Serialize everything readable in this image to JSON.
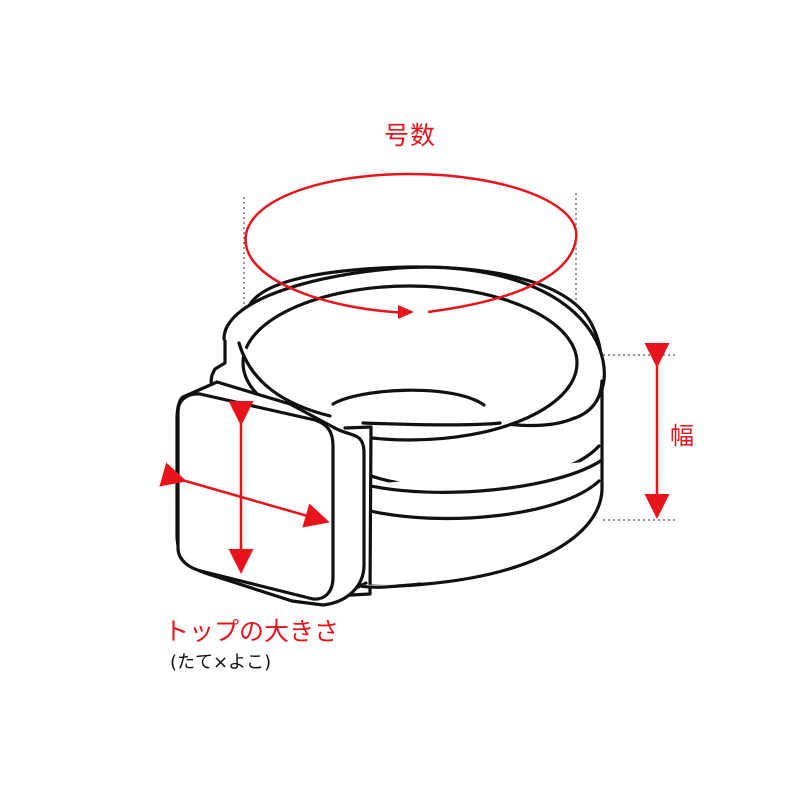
{
  "labels": {
    "ring_size": "号数",
    "width": "幅",
    "top_size": "トップの大きさ",
    "top_size_note": "(たて×よこ)"
  },
  "colors": {
    "line": "#111111",
    "accent": "#e8141b",
    "background": "#ffffff"
  },
  "icons": {
    "ring": "ring-with-square-top-illustration"
  }
}
